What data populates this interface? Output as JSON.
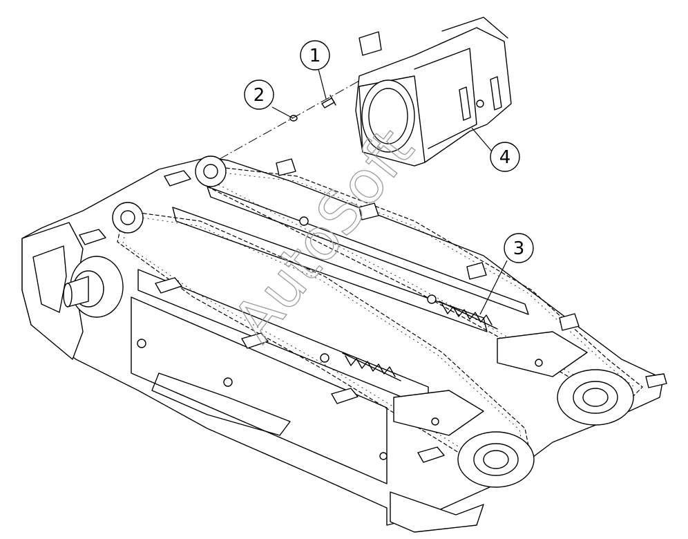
{
  "watermark": "AutoSoft",
  "callouts": [
    {
      "id": "1",
      "label": "1"
    },
    {
      "id": "2",
      "label": "2"
    },
    {
      "id": "3",
      "label": "3"
    },
    {
      "id": "4",
      "label": "4"
    }
  ]
}
